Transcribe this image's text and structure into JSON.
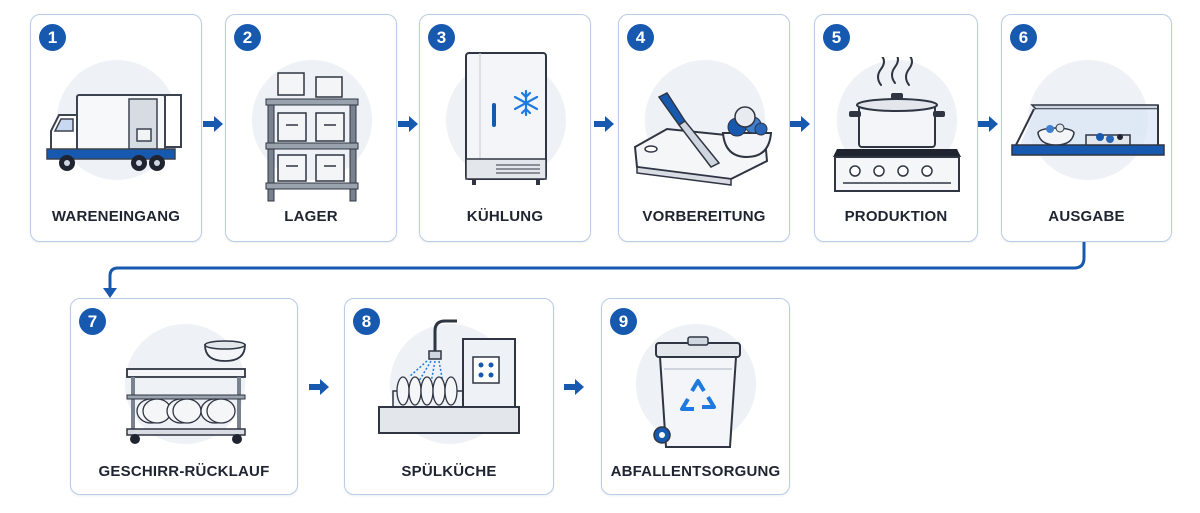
{
  "steps": [
    {
      "number": "1",
      "label": "WARENEINGANG",
      "icon": "delivery-truck-icon"
    },
    {
      "number": "2",
      "label": "LAGER",
      "icon": "storage-shelf-icon"
    },
    {
      "number": "3",
      "label": "KÜHLUNG",
      "icon": "refrigerator-icon"
    },
    {
      "number": "4",
      "label": "VORBEREITUNG",
      "icon": "cutting-board-icon"
    },
    {
      "number": "5",
      "label": "PRODUKTION",
      "icon": "cooking-pot-icon"
    },
    {
      "number": "6",
      "label": "AUSGABE",
      "icon": "serving-counter-icon"
    },
    {
      "number": "7",
      "label": "GESCHIRR-RÜCKLAUF",
      "icon": "dish-cart-icon"
    },
    {
      "number": "8",
      "label": "SPÜLKÜCHE",
      "icon": "dishwasher-icon"
    },
    {
      "number": "9",
      "label": "ABFALLENTSORGUNG",
      "icon": "recycling-bin-icon"
    }
  ],
  "colors": {
    "accent": "#1859b0",
    "card_border": "#b9cde6",
    "icon_bg": "#eef1f5",
    "text": "#1f2430"
  }
}
